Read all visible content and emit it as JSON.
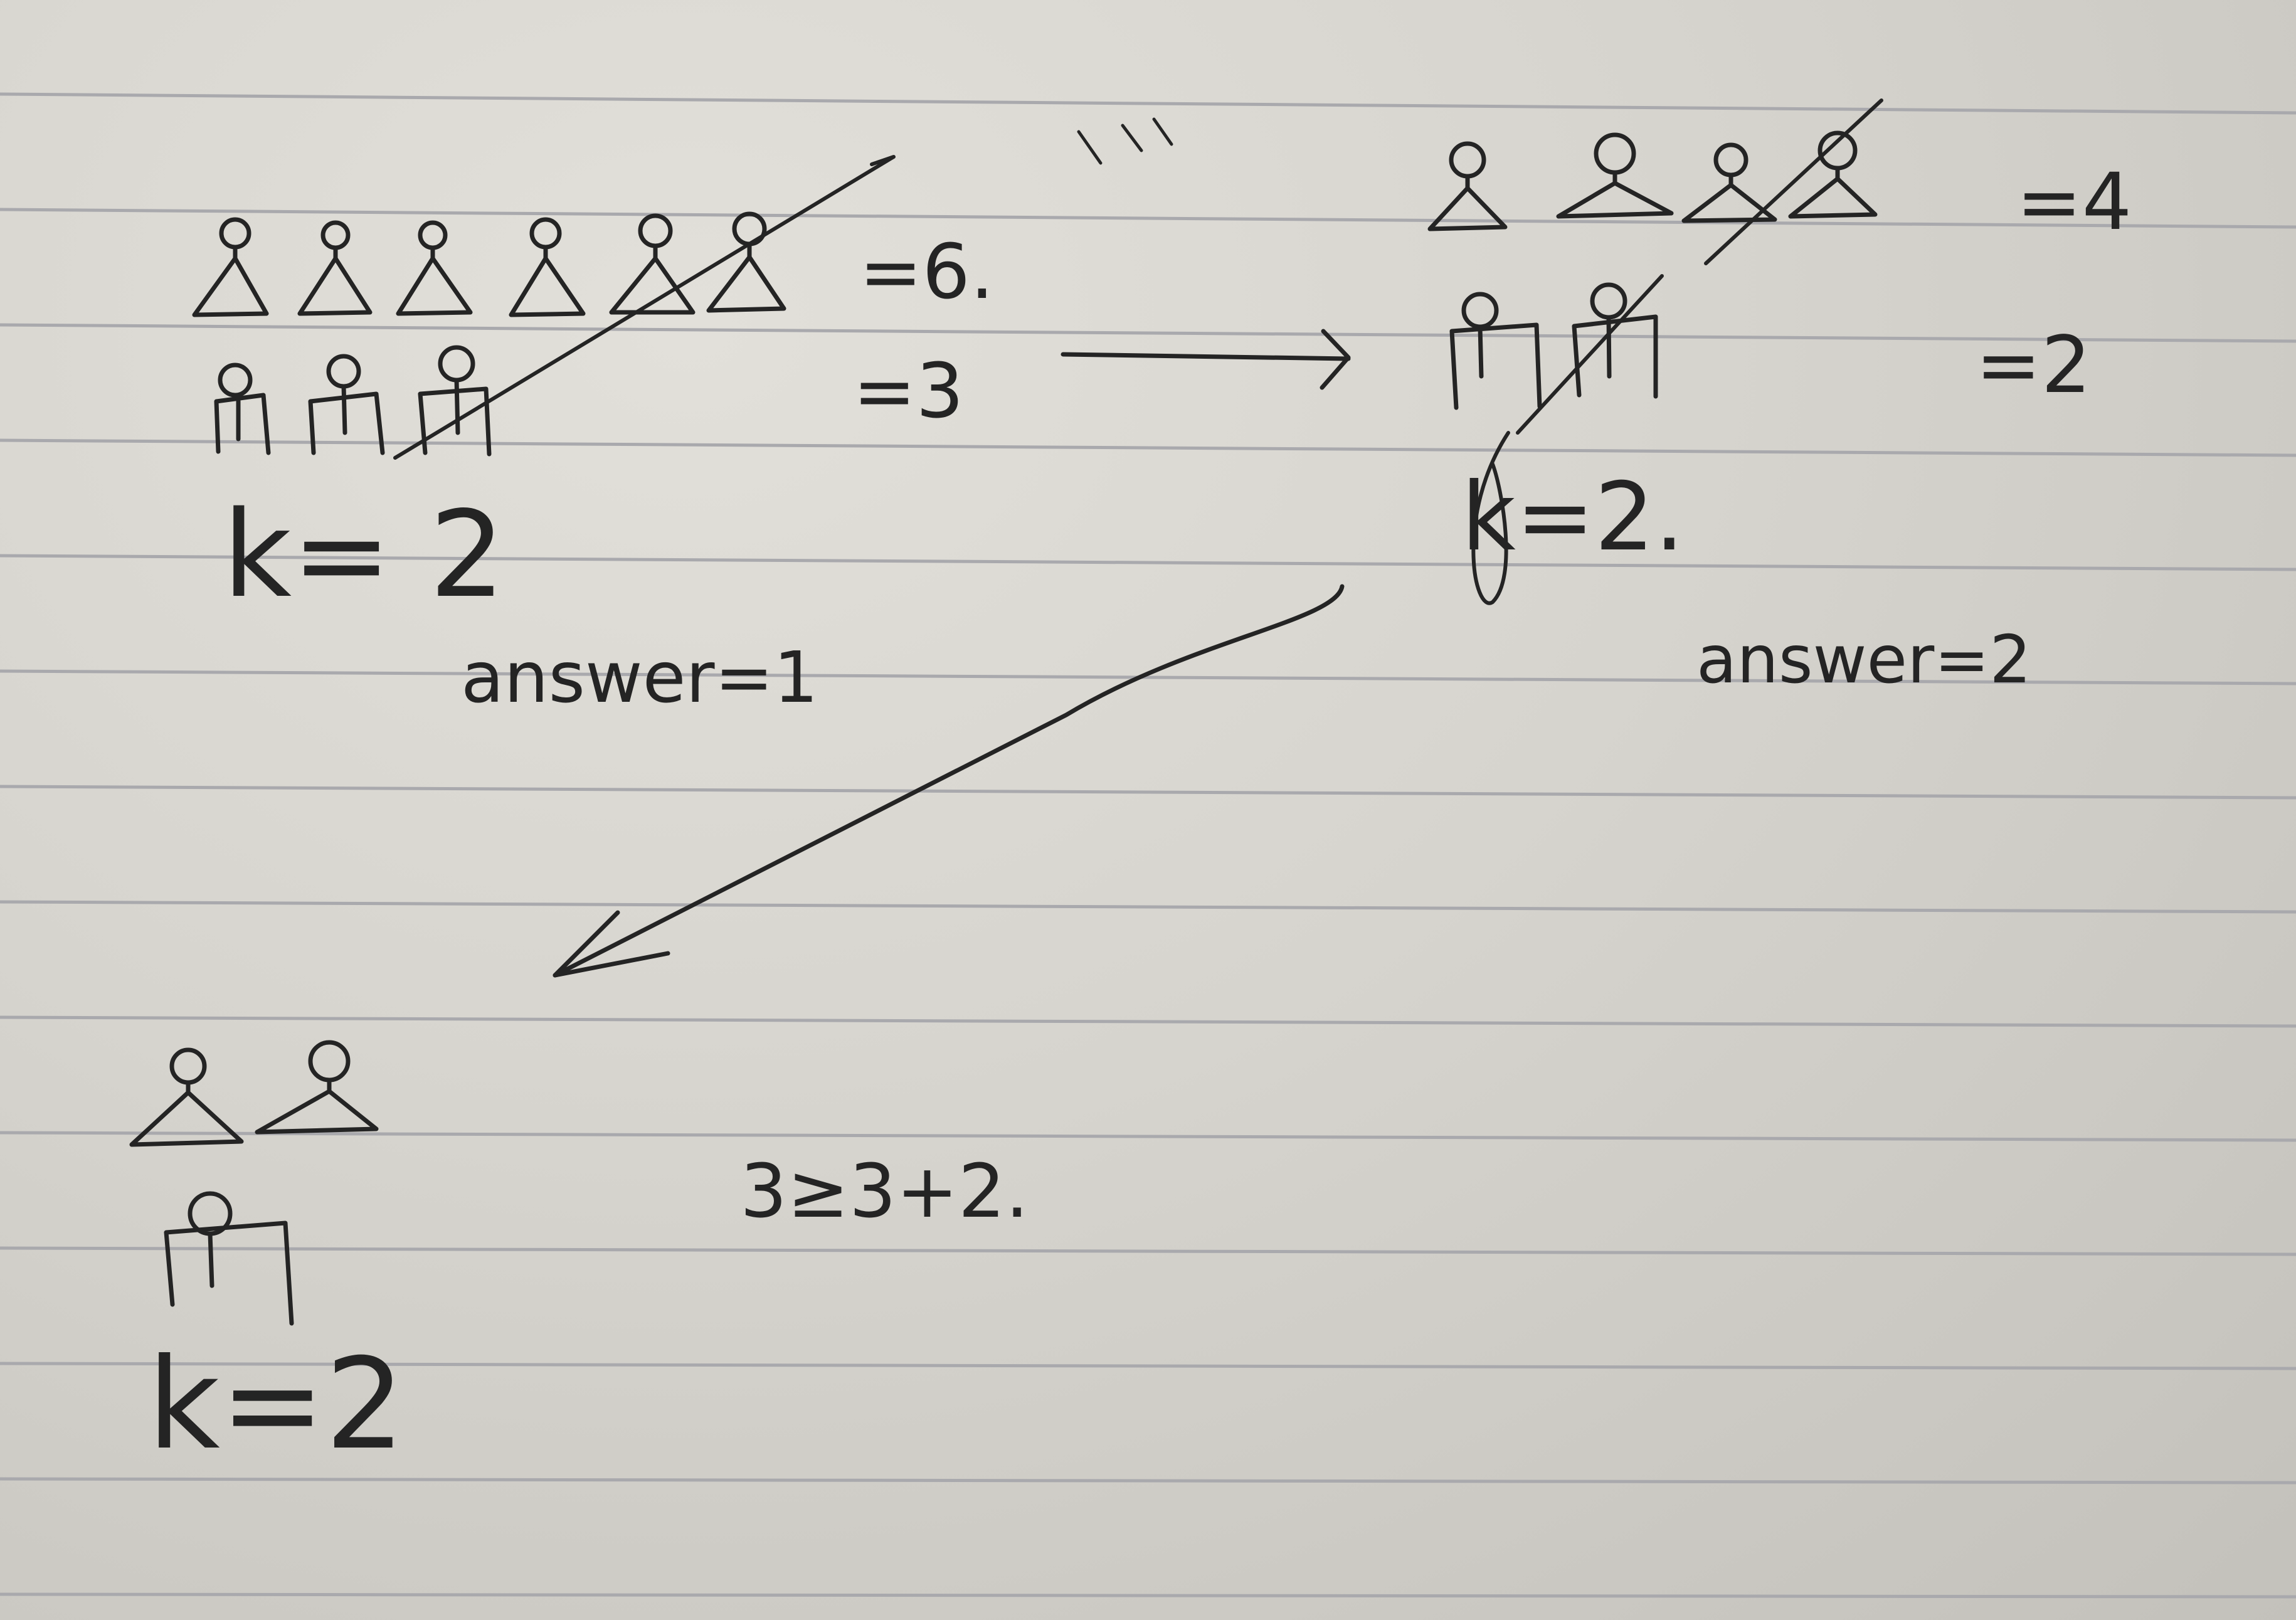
{
  "ink_color": "#242424",
  "paper_color": "#d8d6d0",
  "rule_color": "#a9a9ad",
  "left_example": {
    "count_a": "=6.",
    "count_b": "=3",
    "k_label": "k= 2",
    "answer": "answer=1"
  },
  "right_example": {
    "count_a": "=4",
    "count_b": "=2",
    "k_label": "k=2.",
    "answer": "answer=2"
  },
  "bottom_example": {
    "k_label": "k=2",
    "inequality": "3≥3+2."
  },
  "icons": [
    "triangle-person-icon",
    "stool-person-icon",
    "arrow-right-icon",
    "arrow-down-left-icon"
  ]
}
